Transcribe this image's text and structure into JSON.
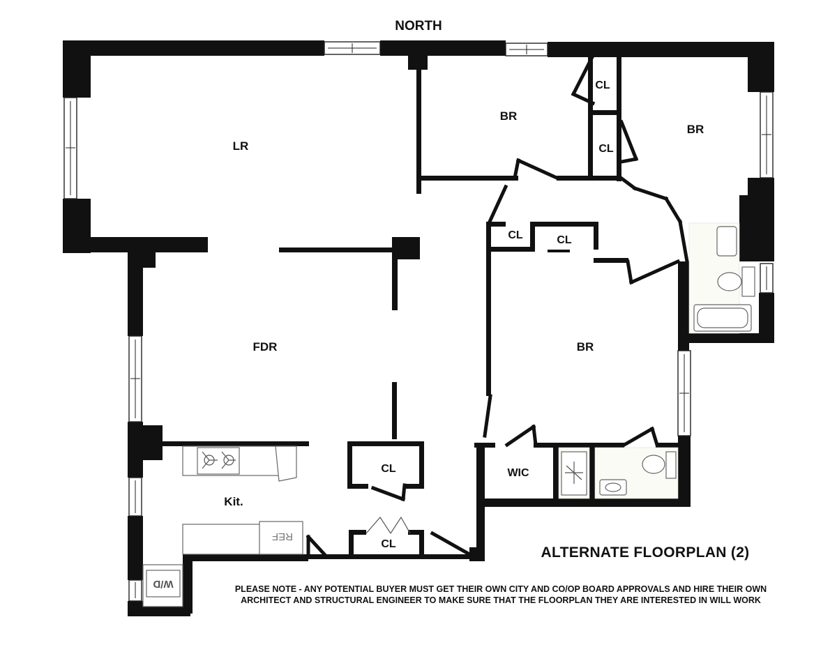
{
  "compass": "NORTH",
  "rooms": {
    "lr": "LR",
    "fdr": "FDR",
    "kit": "Kit.",
    "br_north": "BR",
    "br_northeast": "BR",
    "br_east": "BR",
    "cl_1": "CL",
    "cl_2": "CL",
    "cl_3": "CL",
    "cl_4": "CL",
    "cl_5": "CL",
    "cl_6": "CL",
    "wic": "WIC"
  },
  "appliances": {
    "ref": "REF",
    "wd": "W/D"
  },
  "title": "ALTERNATE FLOORPLAN (2)",
  "note": {
    "line1": "PLEASE NOTE - ANY POTENTIAL BUYER MUST GET THEIR OWN CITY AND CO/OP BOARD APPROVALS AND HIRE THEIR OWN",
    "line2": "ARCHITECT AND STRUCTURAL ENGINEER TO MAKE SURE THAT THE FLOORPLAN THEY ARE INTERESTED IN WILL WORK"
  },
  "colors": {
    "wall": "#111111",
    "fixture": "#666666",
    "background": "#ffffff"
  }
}
